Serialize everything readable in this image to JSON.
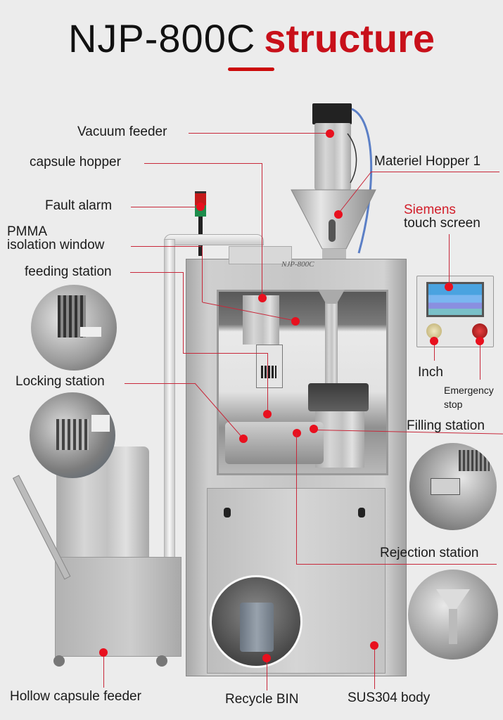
{
  "header": {
    "model": "NJP-800C",
    "word": "structure",
    "accent_color": "#c8101a"
  },
  "machine": {
    "nameplate": "NJP-800C"
  },
  "labels": {
    "vacuum_feeder": "Vacuum feeder",
    "capsule_hopper": "capsule hopper",
    "materiel_hopper": "Materiel Hopper 1",
    "fault_alarm": "Fault alarm",
    "pmma_line1": "PMMA",
    "pmma_line2": "isolation window",
    "siemens_brand": "Siemens",
    "siemens_touch": "touch screen",
    "feeding_station": "feeding station",
    "inch": "Inch",
    "emergency_line1": "Emergency",
    "emergency_line2": "stop",
    "locking_station": "Locking station",
    "filling_station": "Filling station",
    "rejection_station": "Rejection station",
    "hollow_capsule_feeder": "Hollow capsule feeder",
    "recycle_bin": "Recycle BIN",
    "sus304_body": "SUS304 body"
  },
  "colors": {
    "background": "#ececec",
    "leader_line": "#c8283a",
    "marker_dot": "#e8101e",
    "siemens_text": "#d21e2a"
  }
}
